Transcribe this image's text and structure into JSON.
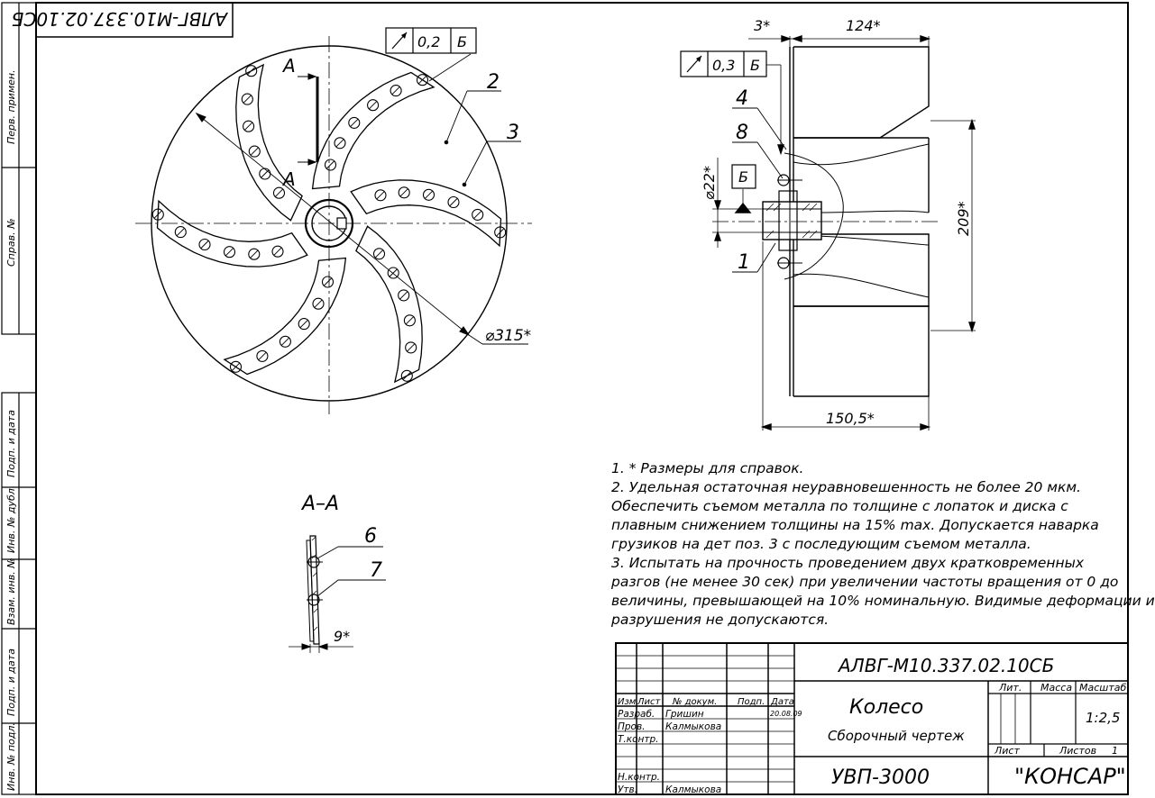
{
  "drawing": {
    "designation": "АЛВГ-М10.337.02.10СБ",
    "designation_rotated": "АЛВГ-М10.337.02.10СБ",
    "title": "Колесо",
    "doc_type": "Сборочный чертеж",
    "product": "УВП-3000",
    "company": "\"КОНСАР\"",
    "scale": "1:2,5",
    "sheet_label": "Лист",
    "sheets_label": "Листов",
    "sheets_count": "1",
    "lit_label": "Лит.",
    "mass_label": "Масса",
    "scale_label": "Масштаб"
  },
  "title_block": {
    "col_izm": "Изм",
    "col_list": "Лист",
    "col_doc": "№ докум.",
    "col_sign": "Подп.",
    "col_date": "Дата",
    "rows": [
      {
        "role": "Разраб.",
        "name": "Гришин",
        "date": "20.08.09"
      },
      {
        "role": "Пров.",
        "name": "Калмыкова",
        "date": ""
      },
      {
        "role": "Т.контр.",
        "name": "",
        "date": ""
      },
      {
        "role": "",
        "name": "",
        "date": ""
      },
      {
        "role": "Н.контр.",
        "name": "",
        "date": ""
      },
      {
        "role": "Утв.",
        "name": "Калмыкова",
        "date": ""
      }
    ]
  },
  "side_stamps": [
    "Перв. примен.",
    "Справ. №",
    "Подп. и дата",
    "Инв. № дубл.",
    "Взам. инв. №",
    "Подп. и дата",
    "Инв. № подл."
  ],
  "front_view": {
    "tolerance_value": "0,2",
    "tolerance_datum": "Б",
    "section_mark": "А",
    "diameter": "⌀315*",
    "callouts": [
      "2",
      "3"
    ]
  },
  "side_view": {
    "tolerance_value": "0,3",
    "tolerance_datum": "Б",
    "dim_top_small": "3*",
    "dim_top_wide": "124*",
    "dim_height": "209*",
    "dim_bore": "⌀22*",
    "dim_bottom": "150,5*",
    "datum": "Б",
    "callouts": [
      "4",
      "8",
      "1"
    ]
  },
  "section_view": {
    "title": "А–А",
    "callouts": [
      "6",
      "7"
    ],
    "dim": "9*"
  },
  "notes": [
    "1. * Размеры для справок.",
    "2. Удельная остаточная неуравновешенность не более 20 мкм.",
    "Обеспечить съемом металла по толщине с лопаток и диска с",
    "плавным снижением толщины на 15% max. Допускается наварка",
    "грузиков на  дет поз. 3 с последующим съемом металла.",
    "3.  Испытать на прочность проведением двух кратковременных",
    "разгов (не менее 30 сек) при увеличении частоты вращения от 0 до",
    "величины, превышающей на 10% номинальную. Видимые деформации и",
    "разрушения не допускаются."
  ]
}
